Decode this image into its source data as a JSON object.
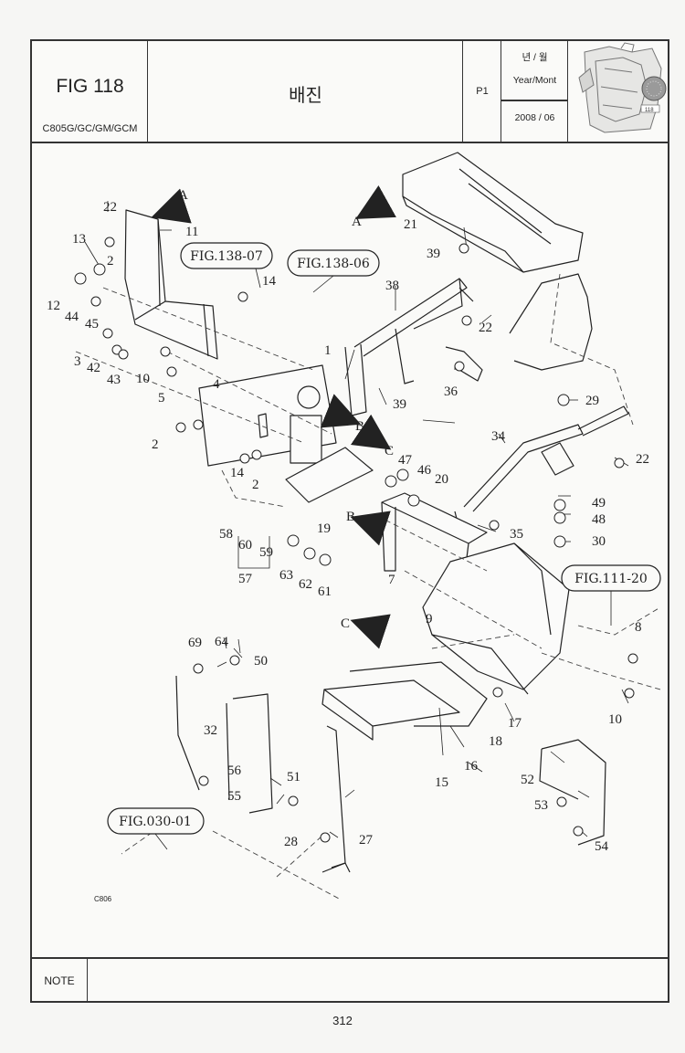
{
  "header": {
    "fig_label": "FIG 118",
    "models": "C805G/GC/GM/GCM",
    "title": "배진",
    "page_code": "P1",
    "date_header": "년 / 월",
    "date_sub": "Year/Mont",
    "date_value": "2008 / 06"
  },
  "diagram": {
    "references": [
      "FIG.138-07",
      "FIG.138-06",
      "FIG.111-20",
      "FIG.030-01"
    ],
    "view_letters": [
      "A",
      "A",
      "B",
      "B",
      "C",
      "C"
    ],
    "part_numbers": [
      "1",
      "2",
      "2",
      "2",
      "3",
      "4",
      "5",
      "7",
      "8",
      "9",
      "10",
      "10",
      "11",
      "12",
      "13",
      "14",
      "14",
      "15",
      "16",
      "17",
      "18",
      "19",
      "20",
      "21",
      "22",
      "22",
      "22",
      "27",
      "28",
      "29",
      "30",
      "32",
      "34",
      "35",
      "36",
      "38",
      "39",
      "39",
      "42",
      "43",
      "44",
      "45",
      "46",
      "47",
      "48",
      "49",
      "50",
      "51",
      "52",
      "53",
      "54",
      "55",
      "56",
      "57",
      "58",
      "59",
      "60",
      "61",
      "62",
      "63",
      "64",
      "69"
    ],
    "drawing_code": "C806"
  },
  "footer": {
    "note_label": "NOTE",
    "page_number": "312"
  }
}
